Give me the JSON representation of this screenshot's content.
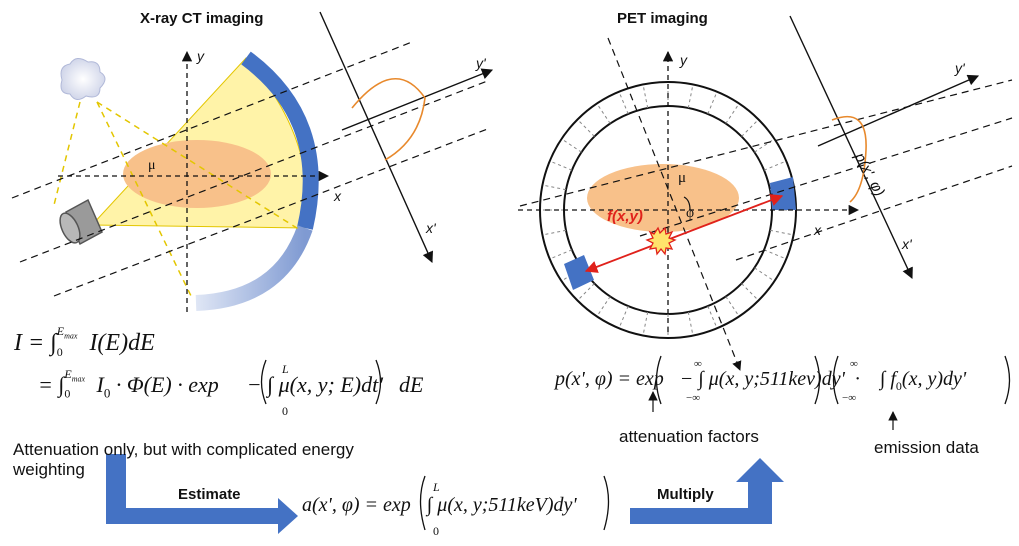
{
  "titles": {
    "ct": "X-ray CT imaging",
    "pet": "PET imaging"
  },
  "axes": {
    "x": "x",
    "y": "y",
    "x_prime": "x'",
    "y_prime": "y'",
    "mu": "μ",
    "phi": "φ"
  },
  "pet_labels": {
    "fxy": "f(x,y)",
    "projection": "p(x', φ)"
  },
  "ct_formula": {
    "line1": "I = ∫₀^Emax I(E)dE",
    "line2": "= ∫₀^Emax I₀·Φ(E)·exp(−∫₀^L μ(x,y;E)dt')dE",
    "note": "Attenuation only, but with complicated energy weighting"
  },
  "pet_formula": {
    "main": "p(x', φ) = exp(−∫₋∞^∞ μ(x,y;511kev)dy')·(∫₋∞^∞ f₀(x,y)dy')",
    "attenuation_label": "attenuation factors",
    "emission_label": "emission data"
  },
  "bottom": {
    "estimate_label": "Estimate",
    "multiply_label": "Multiply",
    "formula": "a(x', φ) = exp(∫₀^L μ(x,y;511keV)dy')"
  },
  "colors": {
    "blue": "#4472c4",
    "ellipse": "#f8c18a",
    "beam": "#fff3a8",
    "red": "#e0211b",
    "profile": "#e8892c"
  }
}
